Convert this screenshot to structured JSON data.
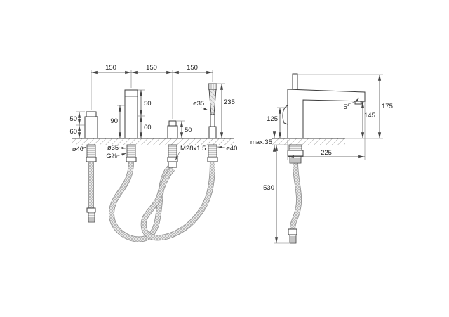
{
  "front": {
    "top_spacings": [
      "150",
      "150",
      "150"
    ],
    "valve_height_upper": "50",
    "valve_height_lower": "60",
    "spout_height": "90",
    "spout_upper": "50",
    "spout_lower": "60",
    "diverter_height": "50",
    "handshower_diameter": "ø35",
    "handshower_height": "235",
    "valve_tail_diameter": "ø40",
    "spout_tail_diameter": "ø35",
    "spout_tail_thread": "G⅜",
    "diverter_connection": "M28x1.5",
    "handshower_tail_diameter": "ø40"
  },
  "side": {
    "total_height": "175",
    "spout_outlet_height": "145",
    "body_height": "125",
    "spout_angle": "5°",
    "spout_reach": "225",
    "deck_thickness": "max.35",
    "hose_length": "530"
  }
}
